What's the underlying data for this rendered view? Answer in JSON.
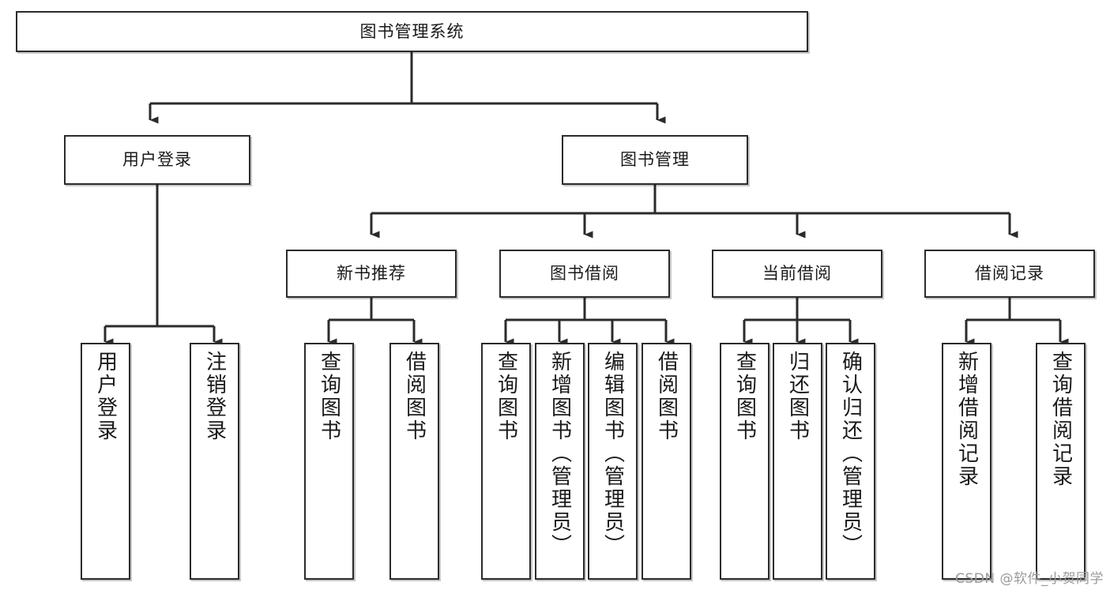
{
  "diagram": {
    "title": "图书管理系统",
    "type": "tree-hierarchy",
    "watermark": "CSDN @软件_小贺同学",
    "colors": {
      "box_border": "#2b2b2b",
      "box_fill": "#ffffff",
      "connector": "#2b2b2b",
      "text": "#1a1a1a",
      "watermark": "#9b9b9b"
    },
    "root": {
      "label": "图书管理系统"
    },
    "level2": [
      {
        "label": "用户登录"
      },
      {
        "label": "图书管理"
      }
    ],
    "level3": [
      {
        "label": "新书推荐"
      },
      {
        "label": "图书借阅"
      },
      {
        "label": "当前借阅"
      },
      {
        "label": "借阅记录"
      }
    ],
    "leaves": {
      "user_login": [
        {
          "label": "用户登录"
        },
        {
          "label": "注销登录"
        }
      ],
      "new_book_recommend": [
        {
          "label": "查询图书"
        },
        {
          "label": "借阅图书"
        }
      ],
      "book_borrow": [
        {
          "label": "查询图书"
        },
        {
          "label": "新增图书（管理员）"
        },
        {
          "label": "编辑图书（管理员）"
        },
        {
          "label": "借阅图书"
        }
      ],
      "current_borrow": [
        {
          "label": "查询图书"
        },
        {
          "label": "归还图书"
        },
        {
          "label": "确认归还（管理员）"
        }
      ],
      "borrow_record": [
        {
          "label": "新增借阅记录"
        },
        {
          "label": "查询借阅记录"
        }
      ]
    }
  }
}
